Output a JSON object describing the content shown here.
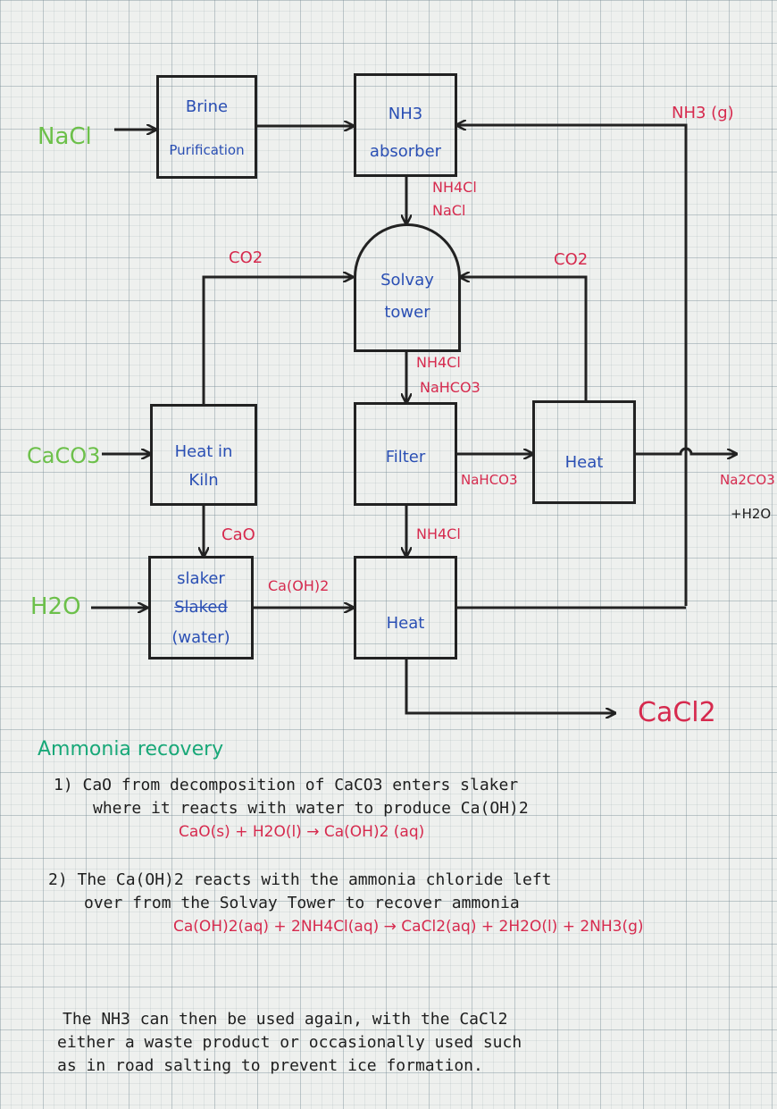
{
  "inputs": {
    "nacl": "NaCl",
    "caco3": "CaCO3",
    "h2o": "H2O"
  },
  "units": {
    "brine": {
      "line1": "Brine",
      "line2": "Purification"
    },
    "nh3_absorber": {
      "line1": "NH3",
      "line2": "absorber"
    },
    "solvay_tower": {
      "line1": "Solvay",
      "line2": "tower"
    },
    "kiln": {
      "line1": "Heat in",
      "line2": "Kiln"
    },
    "filter": {
      "line1": "Filter"
    },
    "heat_right": {
      "line1": "Heat"
    },
    "slaker": {
      "line1": "slaker",
      "line2": "Slaked",
      "line3": "(water)"
    },
    "heat_bottom": {
      "line1": "Heat"
    }
  },
  "streams": {
    "nh3_gas": "NH3 (g)",
    "absorber_out_1": "NH4Cl",
    "absorber_out_2": "NaCl",
    "co2_left": "CO2",
    "co2_right": "CO2",
    "tower_out_1": "NH4Cl",
    "tower_out_2": "NaHCO3",
    "nahco3": "NaHCO3",
    "na2co3": "Na2CO3",
    "na2co3_water": "+H2O",
    "cao": "CaO",
    "filter_out": "NH4Cl",
    "caoh2": "Ca(OH)2",
    "cacl2": "CaCl2"
  },
  "notes": {
    "heading": "Ammonia recovery",
    "item1_line1": "1) CaO from decomposition of CaCO3 enters slaker",
    "item1_line2": "where it reacts with water to produce Ca(OH)2",
    "eq1": "CaO(s) + H2O(l) → Ca(OH)2 (aq)",
    "item2_line1": "2) The Ca(OH)2 reacts with the ammonia chloride left",
    "item2_line2": "over from the Solvay Tower to recover ammonia",
    "eq2": "Ca(OH)2(aq) + 2NH4Cl(aq) → CaCl2(aq) + 2H2O(l) + 2NH3(g)",
    "conclusion_line1": "The NH3 can then be used again, with the CaCl2",
    "conclusion_line2": "either a waste product or occasionally used such",
    "conclusion_line3": "as in road salting to prevent ice formation."
  }
}
